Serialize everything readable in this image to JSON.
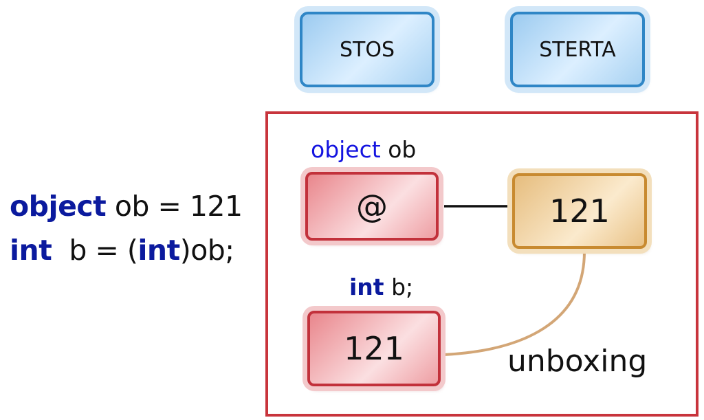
{
  "headers": {
    "stack": "STOS",
    "heap": "STERTA"
  },
  "code": {
    "line1": {
      "keyword": "object",
      "rest": " ob = 121"
    },
    "line2": {
      "keyword1": "int",
      "middle": "  b = (",
      "keyword2": "int",
      "rest": ")ob;"
    }
  },
  "stack_items": {
    "ob_label": {
      "keyword": "object",
      "rest": " ob"
    },
    "ob_value": "@",
    "b_label": {
      "keyword": "int",
      "rest": " b;"
    },
    "b_value": "121"
  },
  "heap_items": {
    "boxed_value": "121"
  },
  "annotation": "unboxing",
  "colors": {
    "frame": "#c8343c",
    "keyword": "#0b1a9e",
    "stack_box": "#c2313b",
    "heap_box": "#c88a30",
    "header_box": "#2f86c6",
    "unboxing_curve": "#d3a676"
  }
}
